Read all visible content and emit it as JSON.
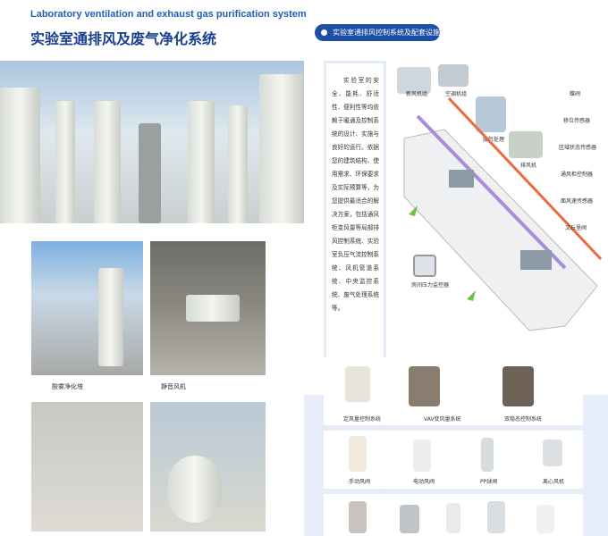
{
  "header": {
    "title_en": "Laboratory ventilation and exhaust gas purification system",
    "title_cn": "实验室通排风及废气净化系统"
  },
  "left": {
    "captions": [
      "酸雾净化塔",
      "静音风机"
    ]
  },
  "right": {
    "section_title": "实验室通排风控制系统及配套设施",
    "description": "实验室的安全、能耗、舒适性、便利性等均依赖于暖通及控制系统的设计、实施与良好的运行。依据您的建筑结构、使用需求、环保要求及实际预算等，为您提供最适合的解决方案，包括通风柜变风量等局部排风控制系统、实验室负压气流控制系统、风机管道系统、中央监控系统、废气处理系统等。",
    "diagram_labels": {
      "fresh_air": "新风机组",
      "ac": "空调机组",
      "exhaust_treatment": "废气处理",
      "exhaust_fan": "排风机",
      "monitor": "房间压力监控器"
    },
    "side_devices": [
      "蝶阀",
      "移位传感器",
      "区域状态传感器",
      "通风柜控制器",
      "面风速传感器",
      "文丘里阀"
    ],
    "systems": [
      "定风量控制系统",
      "VAV变风量系统",
      "双稳态控制系统"
    ],
    "components": [
      "手动风阀",
      "电动风阀",
      "PP球阀",
      "离心风机"
    ]
  }
}
